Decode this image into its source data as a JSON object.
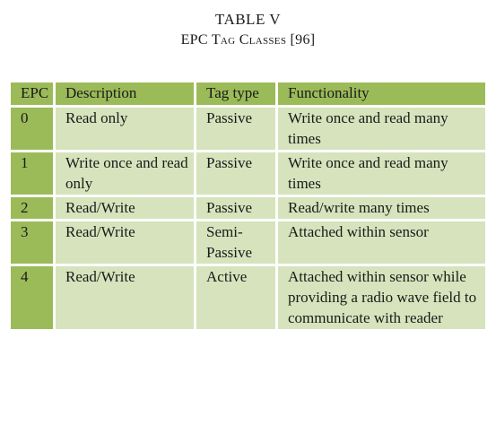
{
  "caption": {
    "label": "TABLE V",
    "title": "EPC Tag Classes [96]"
  },
  "colors": {
    "header_fill": "#9bbb59",
    "first_column_fill": "#9bbb59",
    "body_fill": "#d6e3bc"
  },
  "table": {
    "headers": [
      "EPC",
      "Description",
      "Tag type",
      "Functionality"
    ],
    "rows": [
      {
        "epc": "0",
        "description": "Read only",
        "tag_type": "Passive",
        "functionality": "Write once and read many times"
      },
      {
        "epc": "1",
        "description": "Write once and read only",
        "tag_type": "Passive",
        "functionality": "Write once and read many times"
      },
      {
        "epc": "2",
        "description": "Read/Write",
        "tag_type": "Passive",
        "functionality": "Read/write many times"
      },
      {
        "epc": "3",
        "description": "Read/Write",
        "tag_type": "Semi-Passive",
        "functionality": "Attached within sensor"
      },
      {
        "epc": "4",
        "description": "Read/Write",
        "tag_type": "Active",
        "functionality": "Attached within sensor while providing a radio wave field to communicate with reader"
      }
    ]
  }
}
